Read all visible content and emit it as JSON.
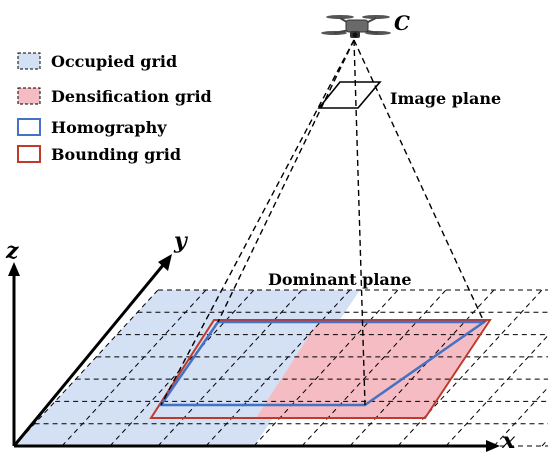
{
  "legend": [
    {
      "label": "Occupied grid",
      "swatch_fill": "#d4e0f4",
      "swatch_stroke": "#000000",
      "dashed": true
    },
    {
      "label": "Densification grid",
      "swatch_fill": "#f5bcc3",
      "swatch_stroke": "#000000",
      "dashed": true
    },
    {
      "label": "Homography",
      "swatch_fill": "none",
      "swatch_stroke": "#4472c4",
      "dashed": false
    },
    {
      "label": "Bounding grid",
      "swatch_fill": "none",
      "swatch_stroke": "#c0392b",
      "dashed": false
    }
  ],
  "labels": {
    "camera": "C",
    "image_plane": "Image plane",
    "dominant_plane": "Dominant plane",
    "axis_x": "x",
    "axis_y": "y",
    "axis_z": "z"
  },
  "colors": {
    "occupied": "#d4e0f4",
    "densification": "#f5bcc3",
    "homography": "#4472c4",
    "bounding": "#c0392b",
    "ink": "#000000"
  },
  "icons": {
    "camera": "drone-icon"
  }
}
